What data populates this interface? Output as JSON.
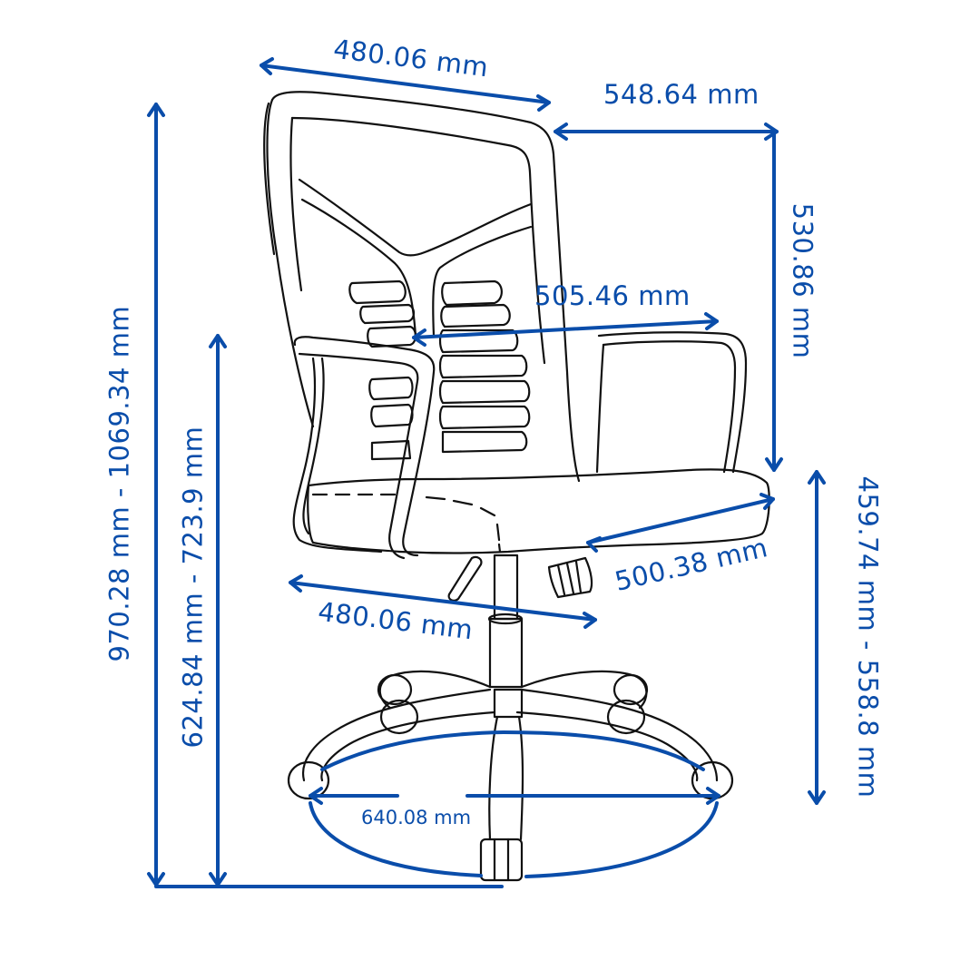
{
  "diagram": {
    "subject": "Mesh office chair dimensions",
    "accent_color": "#0A4DAA",
    "line_color": "#111111",
    "unit": "mm",
    "dimensions": {
      "backrest_width": "480.06 mm",
      "overall_depth": "548.64 mm",
      "backrest_height": "530.86 mm",
      "armrest_span": "505.46 mm",
      "seat_depth": "500.38 mm",
      "seat_width": "480.06 mm",
      "base_diameter": "640.08 mm",
      "overall_height": "970.28 mm - 1069.34 mm",
      "armrest_height": "624.84 mm - 723.9 mm",
      "seat_height": "459.74 mm - 558.8 mm"
    }
  }
}
